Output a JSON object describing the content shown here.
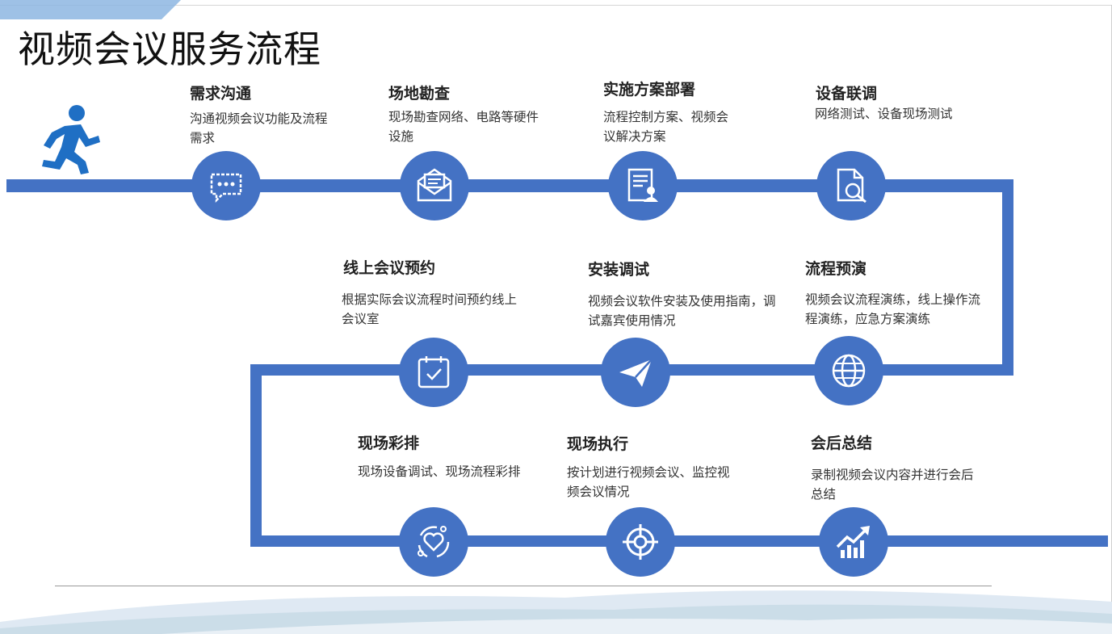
{
  "title": "视频会议服务流程",
  "colors": {
    "track": "#4472c4",
    "node": "#4472c4"
  },
  "steps": [
    {
      "title": "需求沟通",
      "desc": "沟通视频会议功能及流程需求",
      "icon": "chat-bubble-icon"
    },
    {
      "title": "场地勘查",
      "desc": "现场勘查网络、电路等硬件设施",
      "icon": "envelope-icon"
    },
    {
      "title": "实施方案部署",
      "desc": "流程控制方案、视频会议解决方案",
      "icon": "document-user-icon"
    },
    {
      "title": "设备联调",
      "desc": "网络测试、设备现场测试",
      "icon": "document-search-icon"
    },
    {
      "title": "线上会议预约",
      "desc": "根据实际会议流程时间预约线上会议室",
      "icon": "calendar-check-icon"
    },
    {
      "title": "安装调试",
      "desc": "视频会议软件安装及使用指南，调试嘉宾使用情况",
      "icon": "paper-plane-icon"
    },
    {
      "title": "流程预演",
      "desc": "视频会议流程演练，线上操作流程演练，应急方案演练",
      "icon": "globe-icon"
    },
    {
      "title": "现场彩排",
      "desc": "现场设备调试、现场流程彩排",
      "icon": "heart-cycle-icon"
    },
    {
      "title": "现场执行",
      "desc": "按计划进行视频会议、监控视频会议情况",
      "icon": "target-icon"
    },
    {
      "title": "会后总结",
      "desc": "录制视频会议内容并进行会后总结",
      "icon": "growth-chart-icon"
    }
  ]
}
